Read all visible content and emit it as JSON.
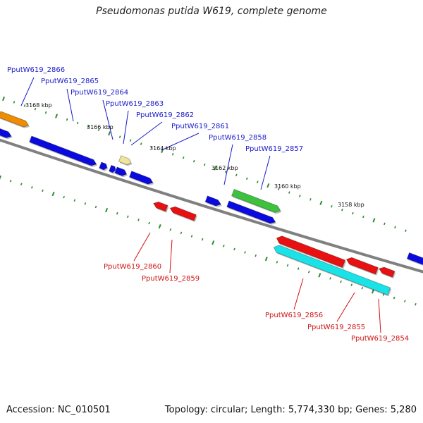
{
  "title": "Pseudomonas putida W619, complete genome",
  "accession_text": "Accession: NC_010501",
  "topology_text": "Topology: circular; Length: 5,774,330 bp; Genes: 5,280",
  "colors": {
    "backbone": "#808080",
    "ticks": "#2e8b2e",
    "forward_label": "#1a1acc",
    "reverse_label": "#d01010",
    "blue": "#0a0ae0",
    "red": "#e81010",
    "green": "#3cc23c",
    "cyan": "#19e3e6",
    "orange": "#f08c00",
    "khaki": "#efe59a"
  },
  "scale_labels": [
    "3168 kbp",
    "3166 kbp",
    "3164 kbp",
    "3162 kbp",
    "3160 kbp",
    "3158 kbp"
  ],
  "features": [
    {
      "color": "orange",
      "strand": "+"
    },
    {
      "color": "blue",
      "strand": "+"
    },
    {
      "color": "blue",
      "strand": "+"
    },
    {
      "color": "blue",
      "strand": "+"
    },
    {
      "color": "blue",
      "strand": "+"
    },
    {
      "color": "blue",
      "strand": "+"
    },
    {
      "color": "khaki",
      "strand": "+"
    },
    {
      "color": "blue",
      "strand": "+"
    },
    {
      "color": "blue",
      "strand": "+"
    },
    {
      "color": "green",
      "strand": "+"
    },
    {
      "color": "blue",
      "strand": "+"
    },
    {
      "color": "blue",
      "strand": "+"
    },
    {
      "color": "red",
      "strand": "-"
    },
    {
      "color": "red",
      "strand": "-"
    },
    {
      "color": "red",
      "strand": "-"
    },
    {
      "color": "red",
      "strand": "-"
    },
    {
      "color": "red",
      "strand": "-"
    },
    {
      "color": "cyan",
      "strand": "-"
    }
  ],
  "forward_genes": [
    "PputW619_2866",
    "PputW619_2865",
    "PputW619_2864",
    "PputW619_2863",
    "PputW619_2862",
    "PputW619_2861",
    "PputW619_2858",
    "PputW619_2857"
  ],
  "reverse_genes": [
    "PputW619_2860",
    "PputW619_2859",
    "PputW619_2856",
    "PputW619_2855",
    "PputW619_2854"
  ]
}
